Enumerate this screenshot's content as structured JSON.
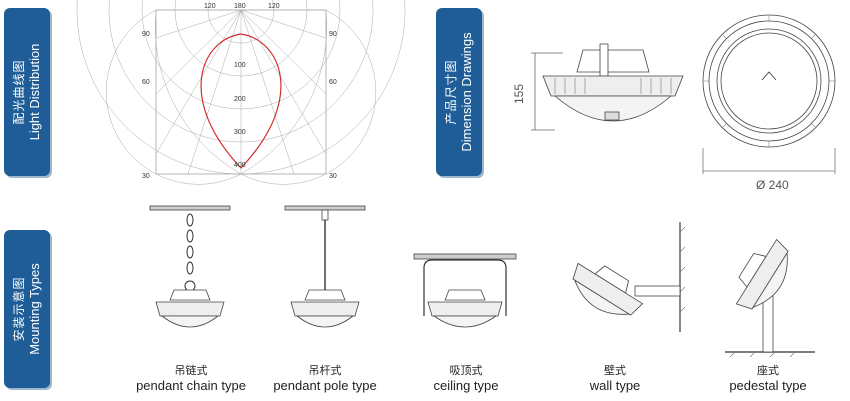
{
  "tabs": {
    "light": {
      "cn": "配光曲线图",
      "en": "Light Distribution"
    },
    "dimension": {
      "cn": "产品尺寸图",
      "en": "Dimension Drawings"
    },
    "mounting": {
      "cn": "安装示意图",
      "en": "Mounting Types"
    }
  },
  "polar": {
    "top_labels": [
      "120",
      "180",
      "120"
    ],
    "left_labels": [
      "90",
      "60",
      "30"
    ],
    "right_labels": [
      "90",
      "60",
      "30"
    ],
    "radial_labels": [
      "100",
      "200",
      "300",
      "400"
    ],
    "curve_color": "#d0312d"
  },
  "dimensions": {
    "height": "155",
    "diameter": "Ø 240"
  },
  "mounting": [
    {
      "cn": "吊链式",
      "en": "pendant chain type"
    },
    {
      "cn": "吊杆式",
      "en": "pendant pole type"
    },
    {
      "cn": "吸顶式",
      "en": "ceiling type"
    },
    {
      "cn": "壁式",
      "en": "wall type"
    },
    {
      "cn": "座式",
      "en": "pedestal type"
    }
  ],
  "colors": {
    "tab": "#1f5d98",
    "line": "#444444"
  }
}
